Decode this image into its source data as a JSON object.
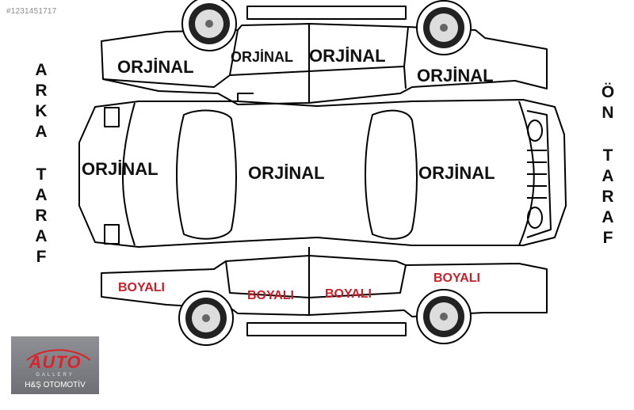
{
  "watermark": "#1231451717",
  "rear_side_letters": [
    "A",
    "R",
    "K",
    "A",
    "",
    "T",
    "A",
    "R",
    "A",
    "F"
  ],
  "front_side_letters": [
    "Ö",
    "N",
    "",
    "T",
    "A",
    "R",
    "A",
    "F"
  ],
  "colors": {
    "original": "#111111",
    "painted": "#c8202a",
    "outline": "#000000",
    "logo_bg": "#7a7c80",
    "logo_accent": "#d8242a"
  },
  "panels": {
    "left_rear_fender": "ORJİNAL",
    "left_rear_door": "ORJİNAL",
    "left_front_door": "ORJİNAL",
    "left_front_fender": "ORJİNAL",
    "trunk": "ORJİNAL",
    "roof": "ORJİNAL",
    "hood": "ORJİNAL",
    "right_rear_fender": "BOYALI",
    "right_rear_door": "BOYALI",
    "right_front_door": "BOYALI",
    "right_front_fender": "BOYALI"
  },
  "logo": {
    "word": "AUTO",
    "sub": "GALLERY",
    "name": "H&Ş OTOMOTİV"
  }
}
